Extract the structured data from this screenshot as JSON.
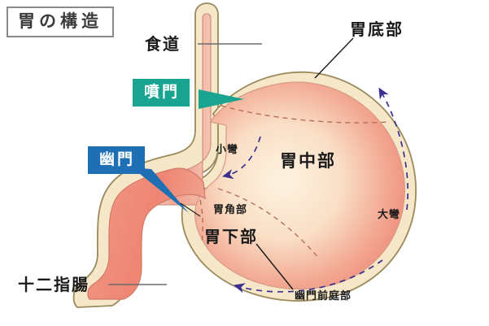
{
  "title": {
    "text": "胃の構造"
  },
  "callouts": [
    {
      "id": "cardia",
      "label": "噴門",
      "color": "#19a391"
    },
    {
      "id": "pylorus",
      "label": "幽門",
      "color": "#1f6fb5"
    }
  ],
  "labels": {
    "esophagus": "食道",
    "fundus": "胃底部",
    "body": "胃中部",
    "lower": "胃下部",
    "angulus": "胃角部",
    "lesser_curvature": "小彎",
    "greater_curvature": "大彎",
    "antrum": "幽門前庭部",
    "duodenum": "十二指腸"
  },
  "colors": {
    "background": "#ffffff",
    "wall_fill": "#f6e7c8",
    "wall_outline": "#9a8a5c",
    "mucosa_inner": "#fbf0dc",
    "mucosa_outer": "#ef9484",
    "duodenum_fill": "#ef8e7e",
    "leader_line": "#6b6b6b",
    "divider_dash": "#b4705c",
    "flow_arrow": "#3b2f8f",
    "title_border": "#8a8a8a",
    "title_text": "#3b3b3b",
    "cardia_box": "#19a391",
    "pylorus_box": "#1f6fb5"
  }
}
